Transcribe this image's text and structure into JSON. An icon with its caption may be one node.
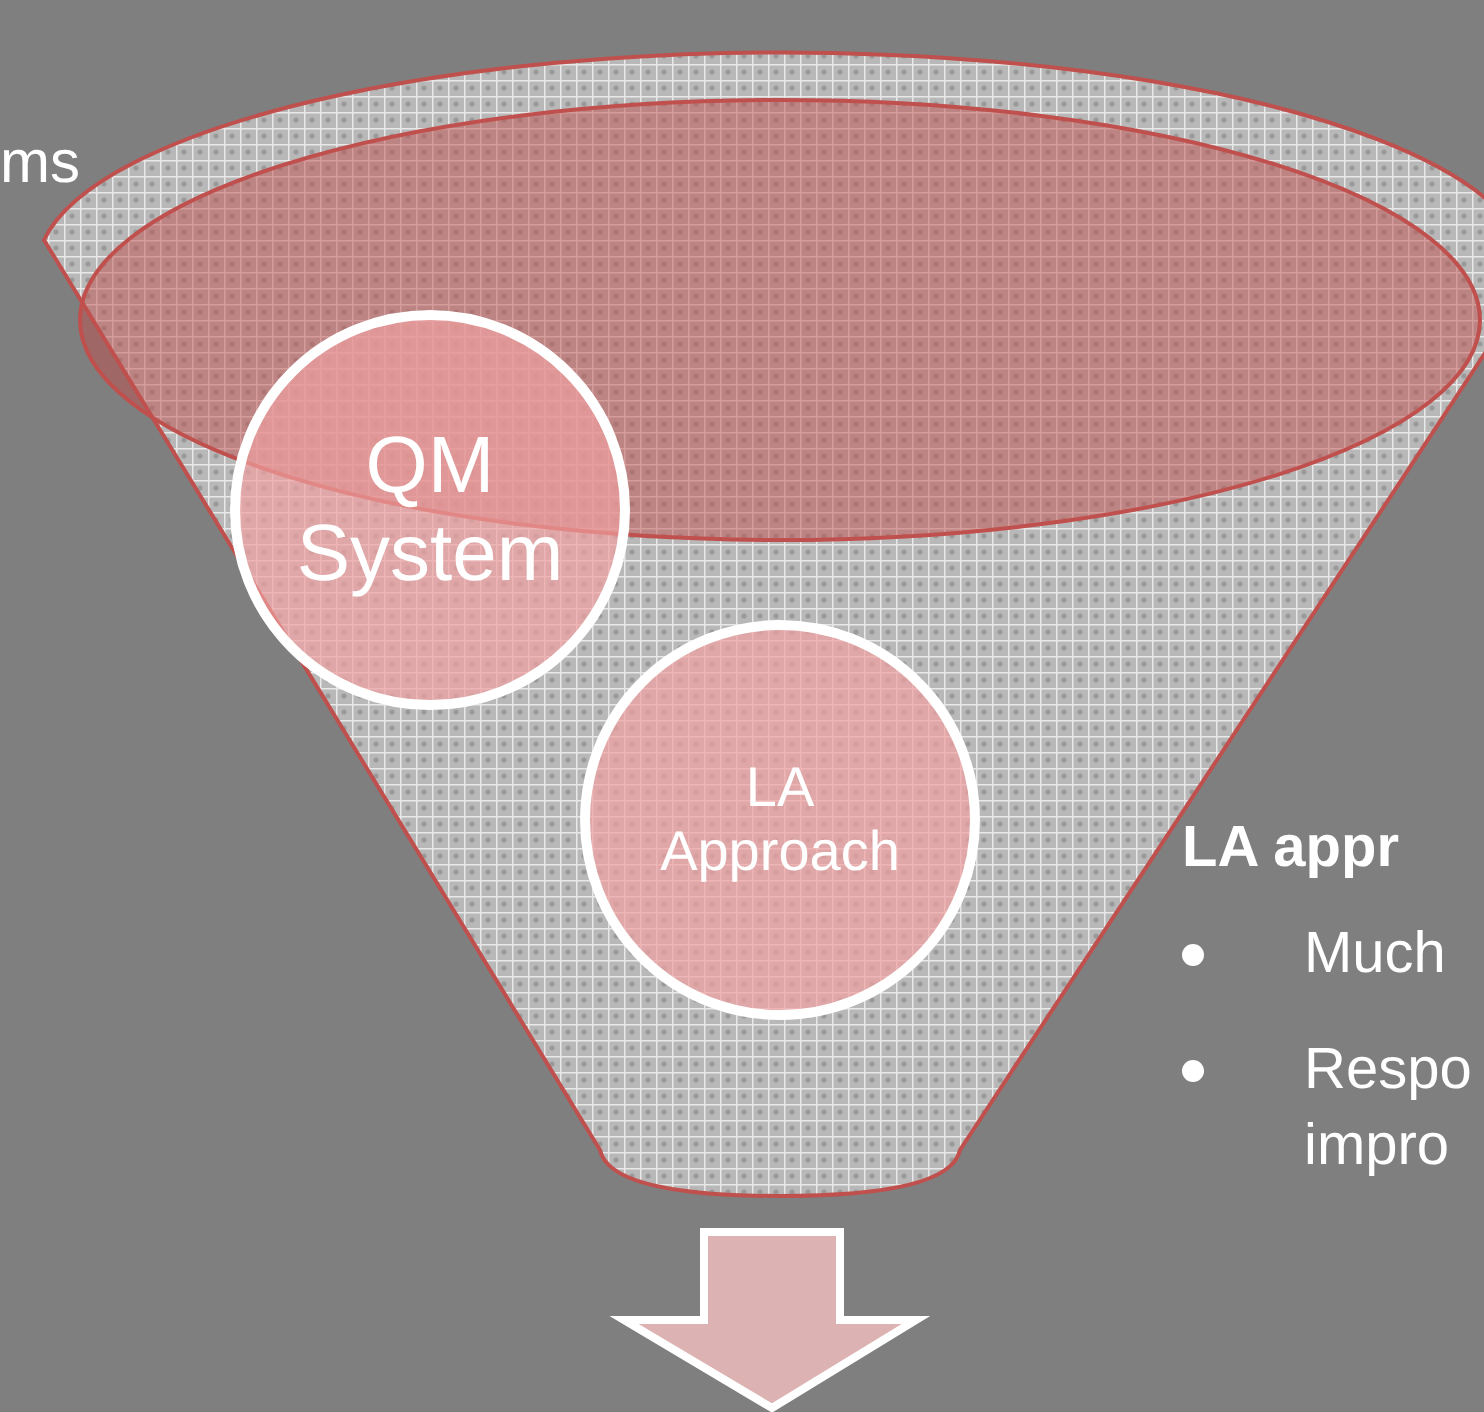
{
  "diagram": {
    "nodes": [
      {
        "text": [
          "QM System"
        ]
      },
      {
        "text": [
          "LA Approach"
        ]
      }
    ],
    "labels": [
      "ms",
      "LA appr",
      "Much",
      "Respo impro"
    ]
  }
}
